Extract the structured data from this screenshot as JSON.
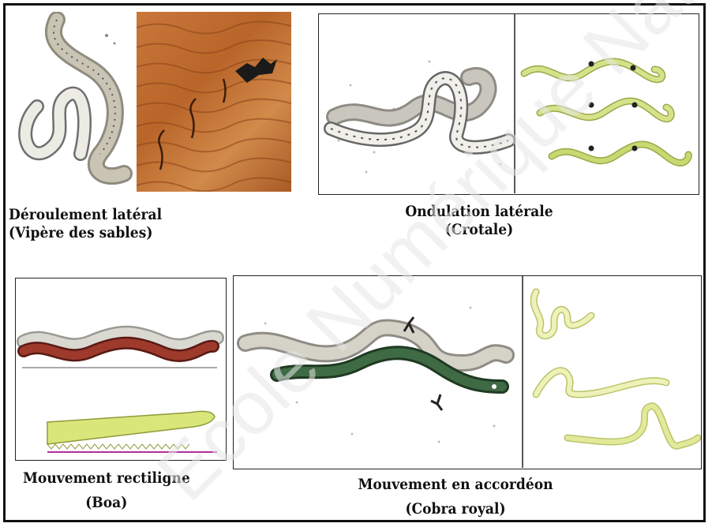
{
  "panels": {
    "lateral_unrolling": {
      "title": "Déroulement latéral",
      "subtitle": "(Vipère des sables)"
    },
    "lateral_undulation": {
      "title": "Ondulation latérale",
      "subtitle": "(Crotale)"
    },
    "rectilinear": {
      "title": "Mouvement rectiligne",
      "subtitle": "(Boa)"
    },
    "concertina": {
      "title": "Mouvement en accordéon",
      "subtitle": "(Cobra royal)"
    }
  },
  "watermark": {
    "text": "Ecole Numérique National",
    "color": "#e6e6e6"
  },
  "icons": [
    "sidewinder-snake-icon",
    "sand-dunes-photo",
    "rattlesnake-icon",
    "undulation-sequence-icon",
    "boa-icon",
    "cobra-icon",
    "concertina-sequence-icon"
  ]
}
